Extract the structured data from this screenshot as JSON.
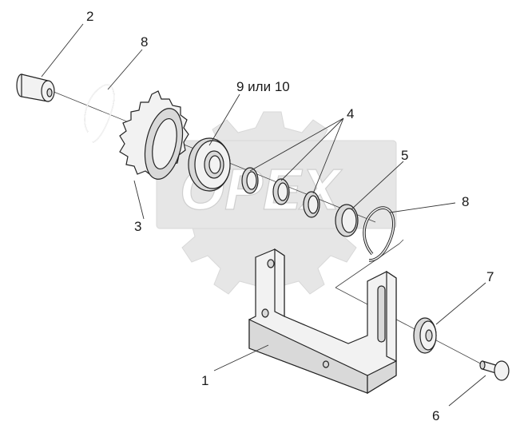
{
  "diagram": {
    "watermark_text": "OPEX",
    "labels": {
      "l1": "1",
      "l2": "2",
      "l3": "3",
      "l4": "4",
      "l5": "5",
      "l6": "6",
      "l7": "7",
      "l8a": "8",
      "l8b": "8",
      "l9": "9 или 10"
    }
  }
}
